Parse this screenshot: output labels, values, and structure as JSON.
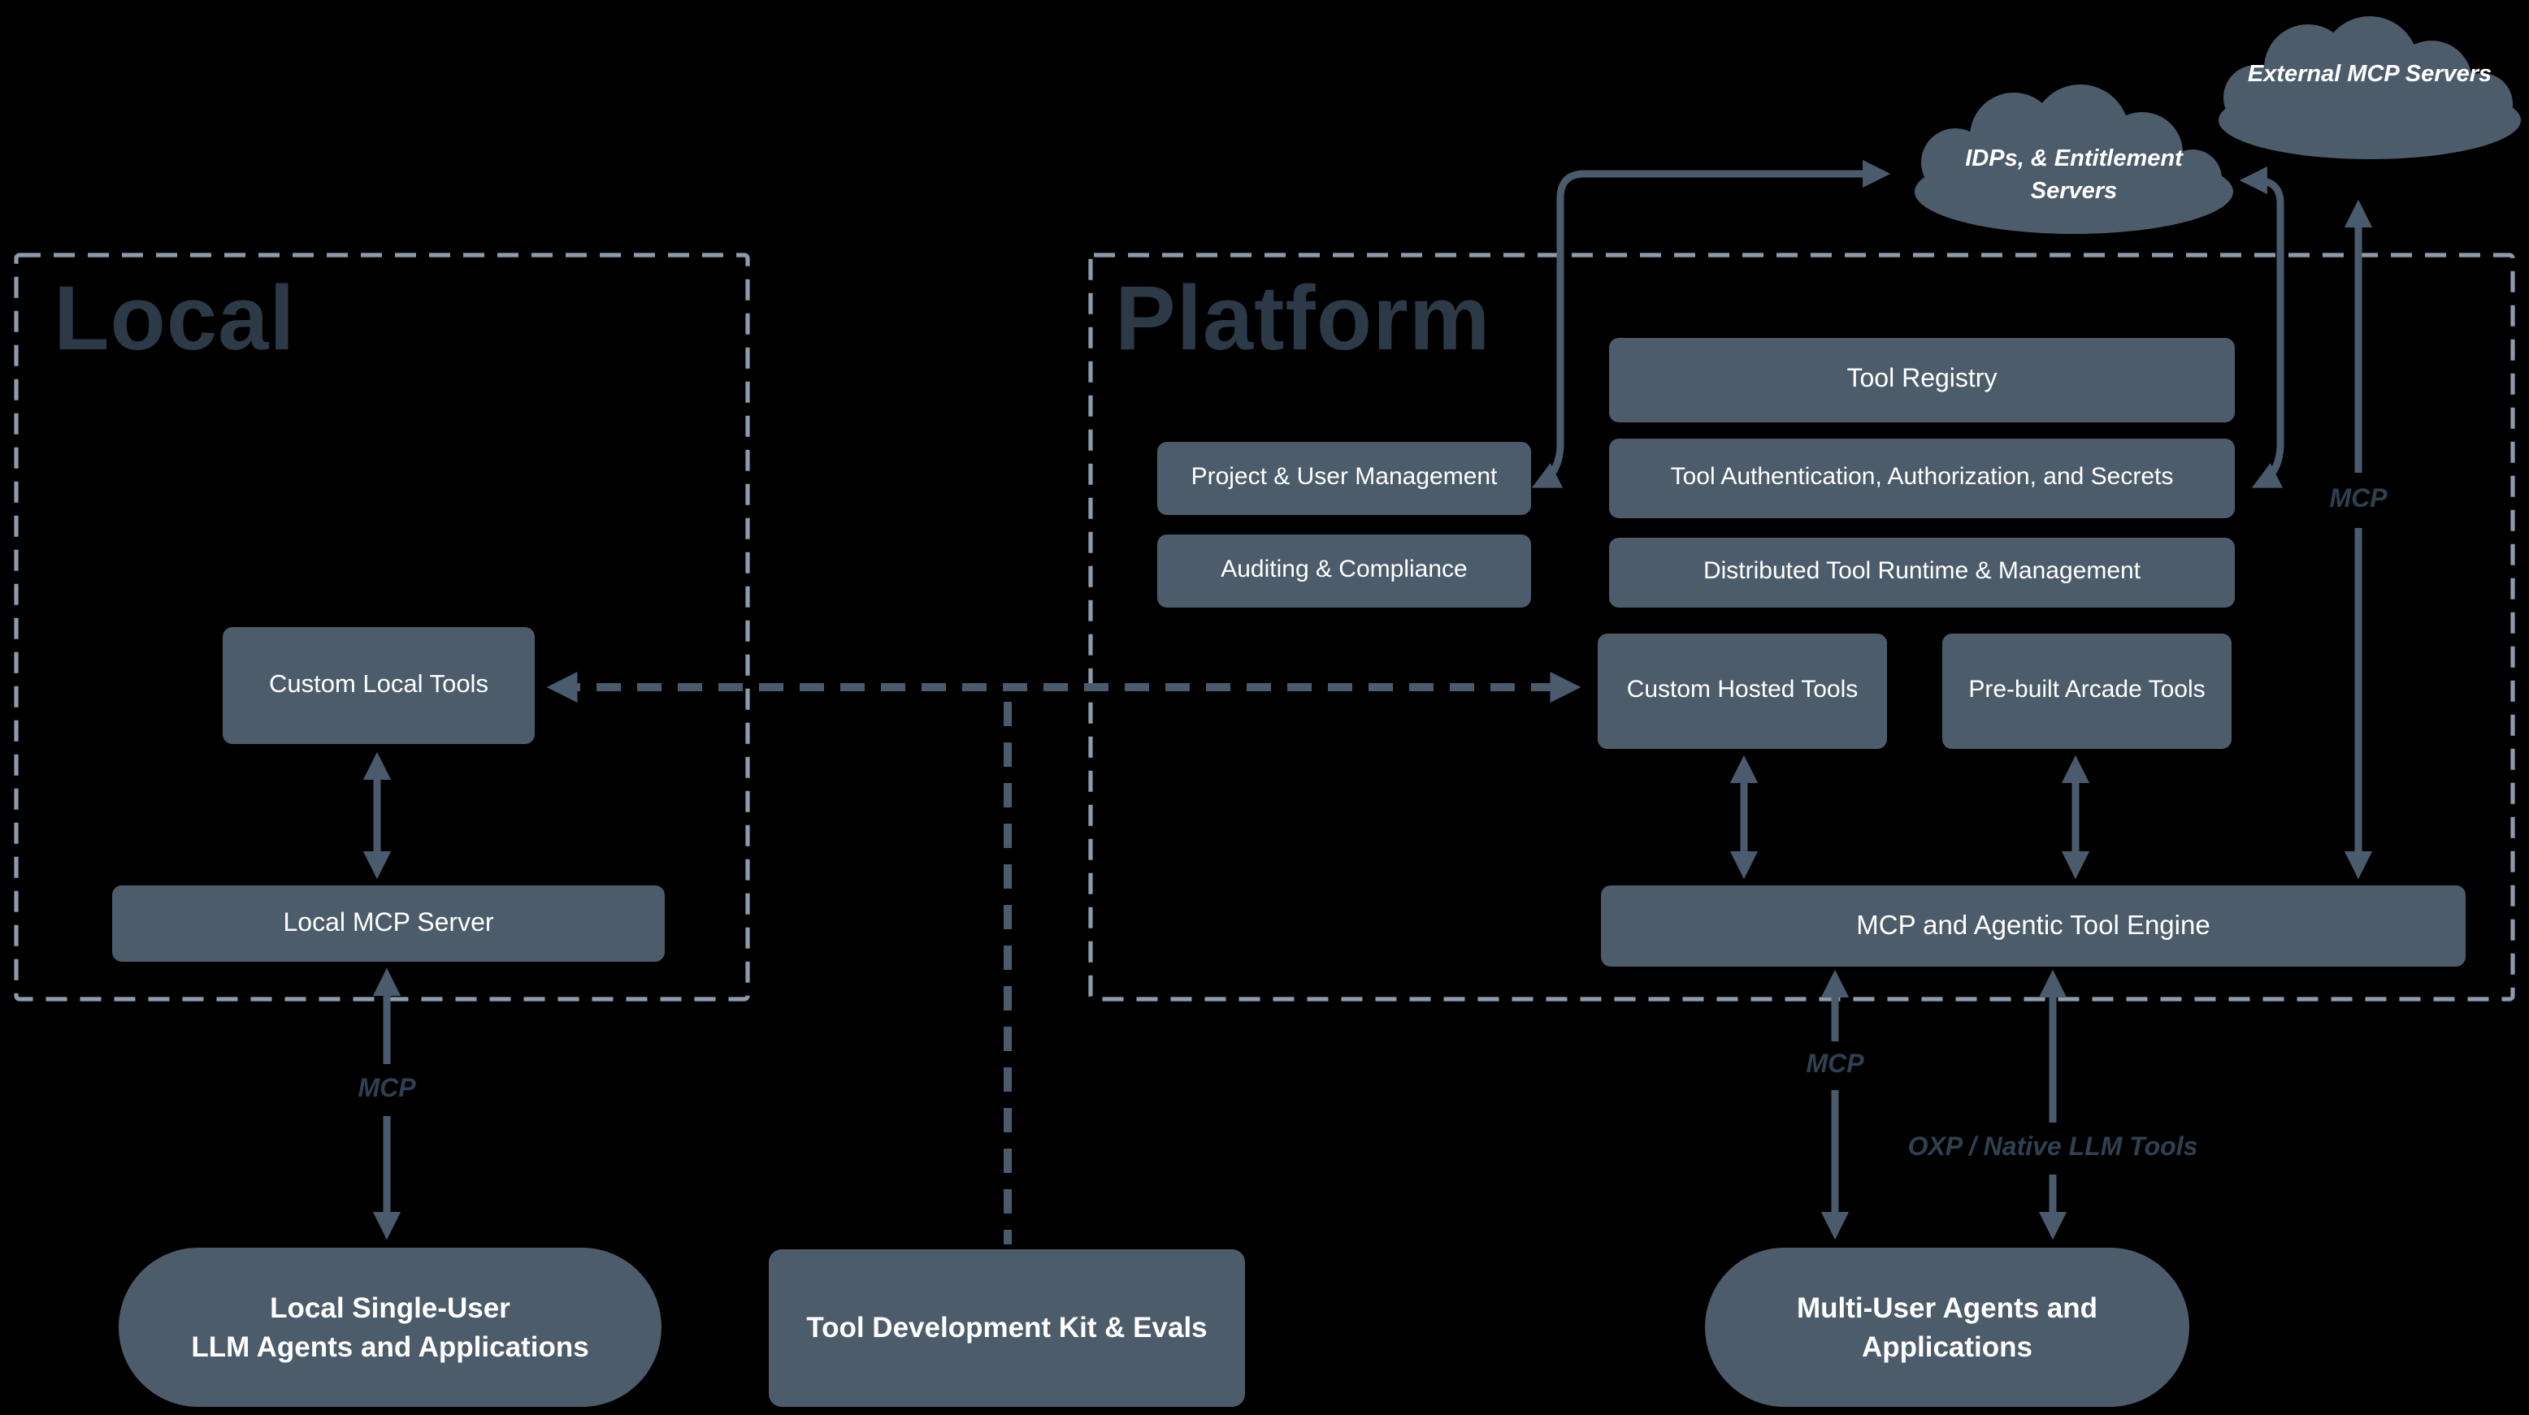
{
  "diagram": {
    "regions": {
      "local": {
        "title": "Local"
      },
      "platform": {
        "title": "Platform"
      }
    },
    "clouds": {
      "external": {
        "label": "External MCP Servers"
      },
      "idps": {
        "line1": "IDPs, & Entitlement",
        "line2": "Servers"
      }
    },
    "boxes": {
      "custom_local_tools": "Custom Local Tools",
      "local_mcp_server": "Local MCP Server",
      "tool_registry": "Tool Registry",
      "project_user_mgmt": "Project & User Management",
      "tool_auth": "Tool Authentication, Authorization, and Secrets",
      "auditing": "Auditing & Compliance",
      "distributed_runtime": "Distributed Tool Runtime & Management",
      "custom_hosted_tools": "Custom Hosted Tools",
      "prebuilt_arcade_tools": "Pre-built Arcade Tools",
      "mcp_engine": "MCP and Agentic Tool Engine",
      "tdk": "Tool Development Kit & Evals",
      "local_agents": {
        "line1": "Local Single-User",
        "line2": "LLM Agents and Applications"
      },
      "multi_user_agents": {
        "line1": "Multi-User Agents and",
        "line2": "Applications"
      }
    },
    "edge_labels": {
      "mcp_local": "MCP",
      "mcp_platform": "MCP",
      "mcp_external": "MCP",
      "oxp": "OXP / Native LLM Tools"
    },
    "colors": {
      "background": "#000000",
      "node_fill": "#4c5c6b",
      "connector": "#4a5b6d",
      "region_border": "#8b9cad",
      "region_title": "#2c3947",
      "edge_label": "#2f4050",
      "node_text": "#ffffff"
    }
  }
}
